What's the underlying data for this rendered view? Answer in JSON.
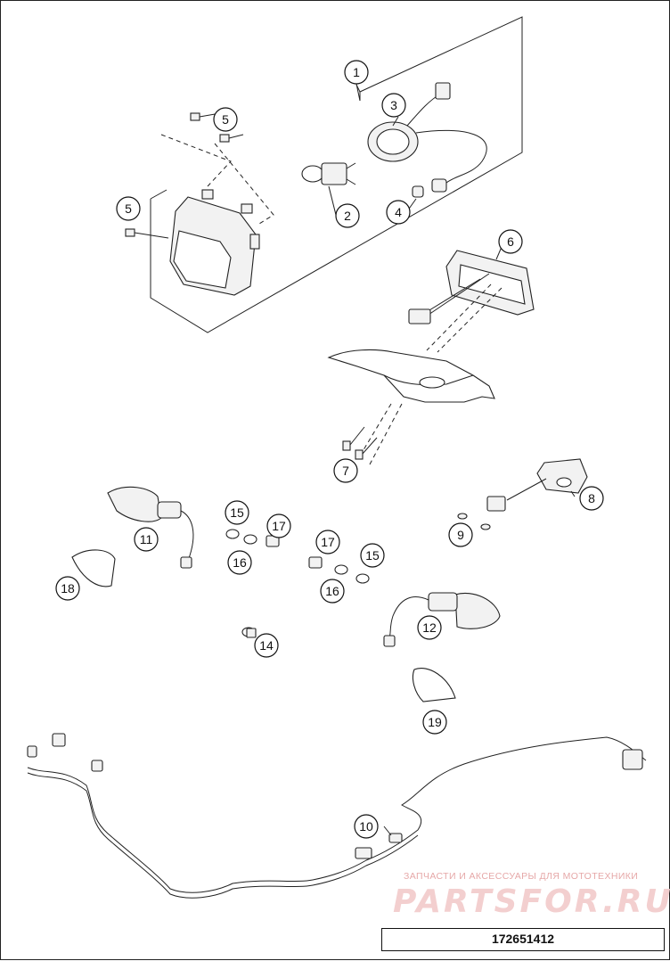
{
  "callouts": [
    {
      "id": "c1",
      "label": "1"
    },
    {
      "id": "c2",
      "label": "2"
    },
    {
      "id": "c3",
      "label": "3"
    },
    {
      "id": "c4",
      "label": "4"
    },
    {
      "id": "c5a",
      "label": "5"
    },
    {
      "id": "c5b",
      "label": "5"
    },
    {
      "id": "c6",
      "label": "6"
    },
    {
      "id": "c7",
      "label": "7"
    },
    {
      "id": "c8",
      "label": "8"
    },
    {
      "id": "c9",
      "label": "9"
    },
    {
      "id": "c10",
      "label": "10"
    },
    {
      "id": "c11",
      "label": "11"
    },
    {
      "id": "c12",
      "label": "12"
    },
    {
      "id": "c14",
      "label": "14"
    },
    {
      "id": "c15a",
      "label": "15"
    },
    {
      "id": "c15b",
      "label": "15"
    },
    {
      "id": "c16a",
      "label": "16"
    },
    {
      "id": "c16b",
      "label": "16"
    },
    {
      "id": "c17a",
      "label": "17"
    },
    {
      "id": "c17b",
      "label": "17"
    },
    {
      "id": "c18",
      "label": "18"
    },
    {
      "id": "c19",
      "label": "19"
    }
  ],
  "watermark": {
    "caption": "ЗАПЧАСТИ И АКСЕССУАРЫ ДЛЯ МОТОТЕХНИКИ",
    "brand": "PARTSFOR.RU"
  },
  "diagram_code": "172651412"
}
